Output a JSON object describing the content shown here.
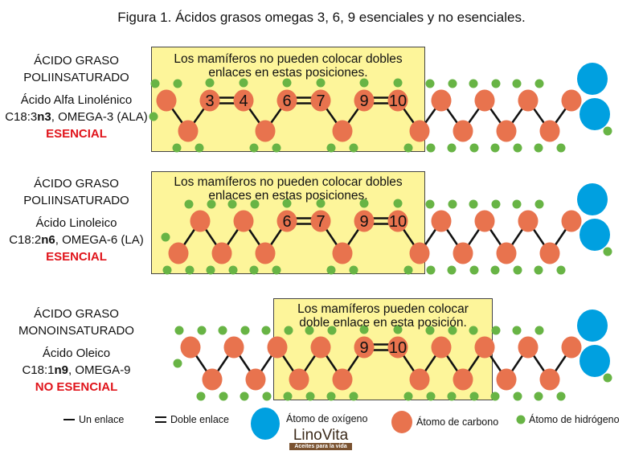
{
  "title": "Figura 1. Ácidos grasos omegas 3, 6, 9 esenciales y no esenciales.",
  "rows": [
    {
      "type_line1": "ÁCIDO GRASO",
      "type_line2": "POLIINSATURADO",
      "name": "Ácido Alfa Linolénico",
      "formula_pre": "C18:3",
      "formula_bold": "n3",
      "formula_post": ", OMEGA-3 (ALA)",
      "status": "ESENCIAL",
      "box_line1": "Los mamíferos no pueden colocar dobles",
      "box_line2": "enlaces en estas posiciones.",
      "double_bonds": [
        [
          3,
          4
        ],
        [
          6,
          7
        ],
        [
          9,
          10
        ]
      ]
    },
    {
      "type_line1": "ÁCIDO GRASO",
      "type_line2": "POLIINSATURADO",
      "name": "Ácido Linoleico",
      "formula_pre": "C18:2",
      "formula_bold": "n6",
      "formula_post": ", OMEGA-6 (LA)",
      "status": "ESENCIAL",
      "box_line1": "Los mamíferos no pueden colocar dobles",
      "box_line2": "enlaces en estas posiciones.",
      "double_bonds": [
        [
          6,
          7
        ],
        [
          9,
          10
        ]
      ]
    },
    {
      "type_line1": "ÁCIDO GRASO",
      "type_line2": "MONOINSATURADO",
      "name": "Ácido Oleico",
      "formula_pre": "C18:1",
      "formula_bold": "n9",
      "formula_post": ", OMEGA-9",
      "status": "NO ESENCIAL",
      "box_line1": "Los mamíferos pueden colocar",
      "box_line2": "doble enlace en esta posición.",
      "double_bonds": [
        [
          9,
          10
        ]
      ]
    }
  ],
  "legend": {
    "single": "Un enlace",
    "double": "Doble enlace",
    "oxygen": "Átomo de oxígeno",
    "carbon": "Átomo de carbono",
    "hydrogen": "Átomo de hidrógeno"
  },
  "logo": {
    "name": "LinoVita",
    "tagline": "Aceites para la vida"
  },
  "colors": {
    "carbon": "#e8734e",
    "hydrogen": "#68b445",
    "oxygen": "#00a0e0",
    "box": "#fdf59a",
    "essential": "#e0141b"
  }
}
